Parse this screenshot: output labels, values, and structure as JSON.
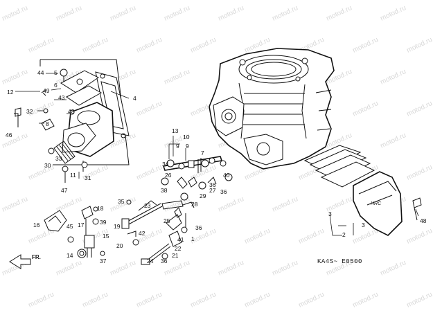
{
  "diagram": {
    "drawing_code": "KA4S~ E0500",
    "direction_label": "FR.",
    "watermark": "motod.ru",
    "part_numbers": [
      "1",
      "2",
      "3",
      "3",
      "4",
      "5",
      "6",
      "7",
      "8",
      "9",
      "9",
      "10",
      "11",
      "12",
      "13",
      "14",
      "15",
      "16",
      "17",
      "18",
      "19",
      "20",
      "21",
      "22",
      "23",
      "24",
      "25",
      "26",
      "27",
      "28",
      "29",
      "30",
      "31",
      "32",
      "33",
      "34",
      "35",
      "36",
      "36",
      "36",
      "36",
      "37",
      "38",
      "39",
      "40",
      "41",
      "42",
      "43",
      "44",
      "45",
      "46",
      "47",
      "48",
      "48",
      "49"
    ]
  }
}
